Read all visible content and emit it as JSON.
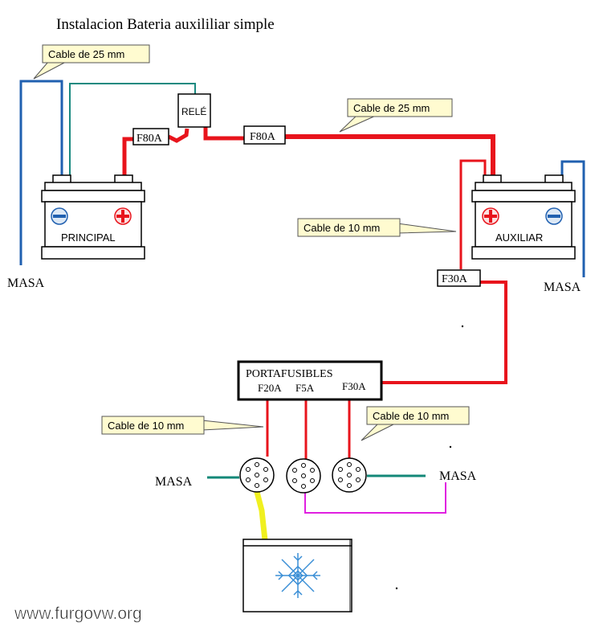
{
  "title": "Instalacion Bateria auxililiar simple",
  "callouts": {
    "cable25_left": "Cable de 25 mm",
    "cable25_top": "Cable de 25 mm",
    "cable10_aux": "Cable de 10 mm",
    "cable10_left": "Cable de 10 mm",
    "cable10_right": "Cable de 10 mm"
  },
  "components": {
    "rele": "RELÉ",
    "fuse_f80a_1": "F80A",
    "fuse_f80a_2": "F80A",
    "fuse_f30a": "F30A",
    "battery_main": "PRINCIPAL",
    "battery_aux": "AUXILIAR",
    "fuse_box_title": "PORTAFUSIBLES",
    "fuse_box_f20a": "F20A",
    "fuse_box_f5a": "F5A",
    "fuse_box_f30a": "F30A"
  },
  "ground_labels": {
    "masa_left": "MASA",
    "masa_right": "MASA",
    "masa_bottom_left": "MASA",
    "masa_bottom_right": "MASA"
  },
  "watermark": "www.furgovw.org",
  "colors": {
    "positive": "#e8141c",
    "negative": "#2060b0",
    "teal": "#1a8a80",
    "ground_teal": "#138878",
    "magenta": "#e020e0",
    "yellow": "#f0f020",
    "snowflake": "#3b8fd6",
    "callout_fill": "#fffbd0"
  }
}
